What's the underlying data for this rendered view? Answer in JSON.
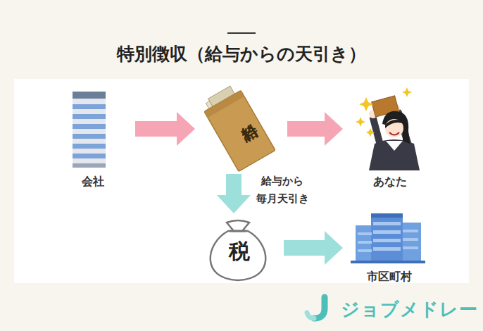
{
  "diagram": {
    "title": "特別徴収（給与からの天引き）",
    "nodes": [
      {
        "text": [
          "会社"
        ]
      },
      {
        "text": [
          "給料"
        ]
      },
      {
        "text": [
          "あなた"
        ]
      },
      {
        "text": [
          "税"
        ]
      },
      {
        "text": [
          "市区町村"
        ]
      }
    ],
    "edges": [
      {
        "from": 0,
        "to": 1,
        "arrow": "to"
      },
      {
        "from": 1,
        "to": 2,
        "arrow": "to"
      },
      {
        "from": 1,
        "to": 3,
        "label": "給与から 毎月天引き",
        "arrow": "to"
      },
      {
        "from": 3,
        "to": 4,
        "arrow": "to"
      }
    ],
    "labels": [
      "ジョブメドレー"
    ]
  }
}
